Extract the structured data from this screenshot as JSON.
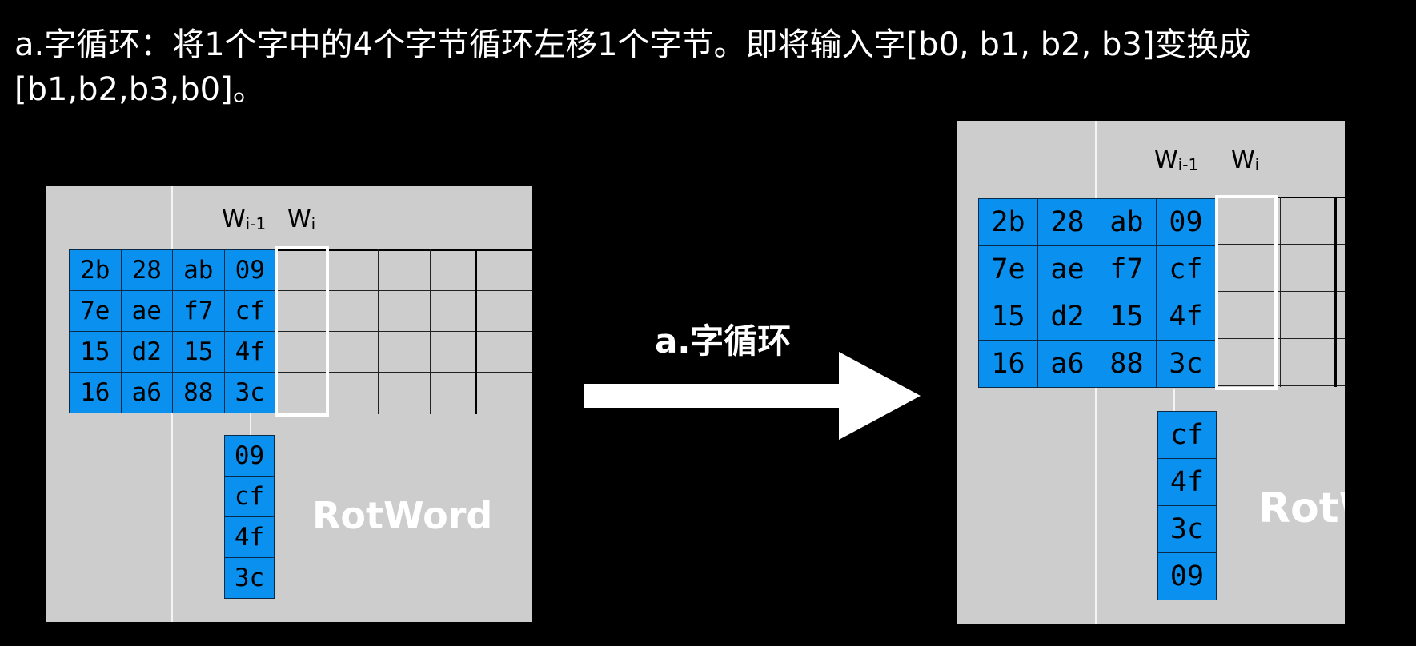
{
  "description": "a.字循环：将1个字中的4个字节循环左移1个字节。即将输入字[b0, b1, b2, b3]变换成[b1,b2,b3,b0]。",
  "arrow_label": "a.字循环",
  "label_w_prev": "W",
  "label_w_prev_sub": "i-1",
  "label_w_cur": "W",
  "label_w_cur_sub": "i",
  "rotword_label": "RotWord",
  "key_matrix": [
    [
      "2b",
      "28",
      "ab",
      "09"
    ],
    [
      "7e",
      "ae",
      "f7",
      "cf"
    ],
    [
      "15",
      "d2",
      "15",
      "4f"
    ],
    [
      "16",
      "a6",
      "88",
      "3c"
    ]
  ],
  "before_column": [
    "09",
    "cf",
    "4f",
    "3c"
  ],
  "after_column": [
    "cf",
    "4f",
    "3c",
    "09"
  ],
  "colors": {
    "cell_fill": "#0a90ee",
    "panel_bg": "#cdcdcd",
    "background": "#000000"
  }
}
